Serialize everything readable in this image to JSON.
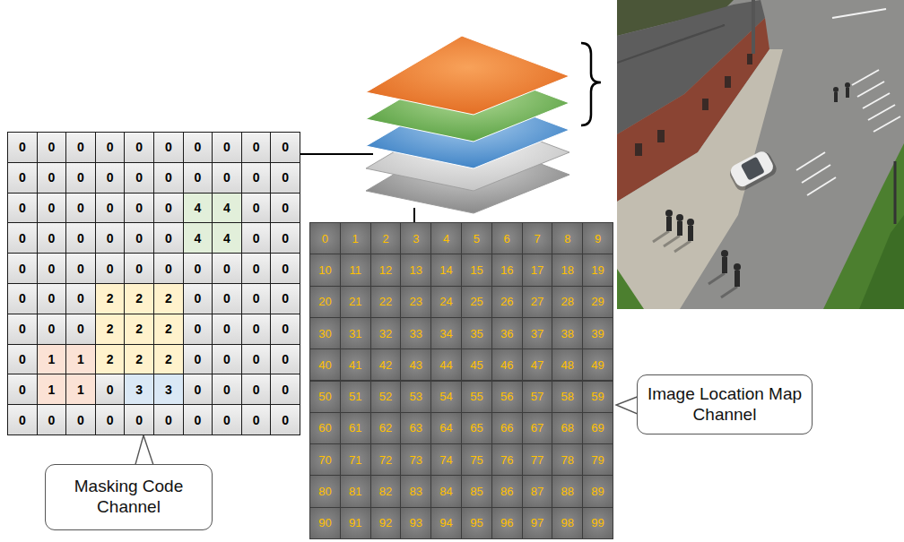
{
  "diagram": {
    "nodes": [
      {
        "text": [
          "Masking Code Channel"
        ]
      },
      {
        "text": [
          "Image Location Map Channel"
        ]
      }
    ],
    "labels": [
      "0",
      "0",
      "0",
      "0",
      "0",
      "0",
      "0",
      "0",
      "0",
      "0",
      "0",
      "0",
      "0",
      "0",
      "0",
      "0",
      "0",
      "0",
      "0",
      "0",
      "0",
      "0",
      "0",
      "0",
      "0",
      "0",
      "4",
      "4",
      "0",
      "0",
      "0",
      "0",
      "0",
      "0",
      "0",
      "0",
      "4",
      "4",
      "0",
      "0",
      "0",
      "0",
      "0",
      "0",
      "0",
      "0",
      "0",
      "0",
      "0",
      "0",
      "0",
      "0",
      "0",
      "2",
      "2",
      "2",
      "0",
      "0",
      "0",
      "0",
      "0",
      "0",
      "0",
      "2",
      "2",
      "2",
      "0",
      "0",
      "0",
      "0",
      "0",
      "1",
      "1",
      "2",
      "2",
      "2",
      "0",
      "0",
      "0",
      "0",
      "0",
      "1",
      "1",
      "0",
      "3",
      "3",
      "0",
      "0",
      "0",
      "0",
      "0",
      "0",
      "0",
      "0",
      "0",
      "0",
      "0",
      "0",
      "0",
      "0",
      "0",
      "1",
      "2",
      "3",
      "4",
      "5",
      "6",
      "7",
      "8",
      "9",
      "10",
      "11",
      "12",
      "13",
      "14",
      "15",
      "16",
      "17",
      "18",
      "19",
      "20",
      "21",
      "22",
      "23",
      "24",
      "25",
      "26",
      "27",
      "28",
      "29",
      "30",
      "31",
      "32",
      "33",
      "34",
      "35",
      "36",
      "37",
      "38",
      "39",
      "40",
      "41",
      "42",
      "43",
      "44",
      "45",
      "46",
      "47",
      "48",
      "49",
      "50",
      "51",
      "52",
      "53",
      "54",
      "55",
      "56",
      "57",
      "58",
      "59",
      "60",
      "61",
      "62",
      "63",
      "64",
      "65",
      "66",
      "67",
      "68",
      "69",
      "70",
      "71",
      "72",
      "73",
      "74",
      "75",
      "76",
      "77",
      "78",
      "79",
      "80",
      "81",
      "82",
      "83",
      "84",
      "85",
      "86",
      "87",
      "88",
      "89",
      "90",
      "91",
      "92",
      "93",
      "94",
      "95",
      "96",
      "97",
      "98",
      "99"
    ]
  }
}
